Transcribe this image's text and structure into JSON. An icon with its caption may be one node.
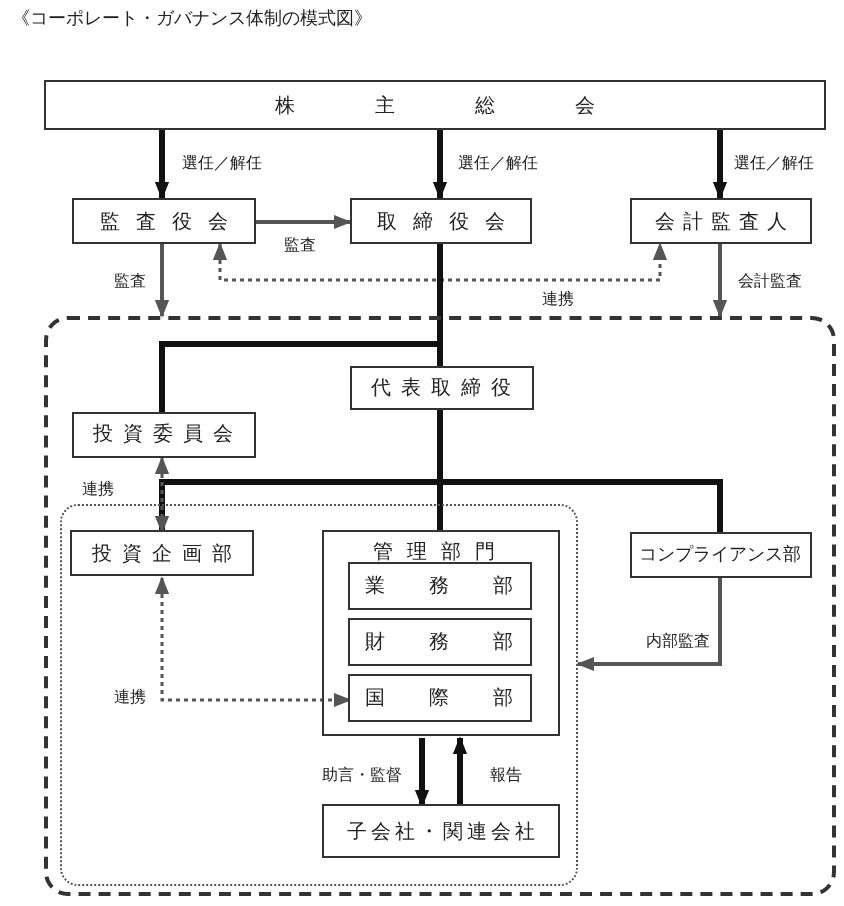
{
  "diagram": {
    "title": "《コーポレート・ガバナンス体制の模式図》",
    "nodes": [
      {
        "text": [
          "株主総会"
        ]
      },
      {
        "text": [
          "監査役会"
        ]
      },
      {
        "text": [
          "取締役会"
        ]
      },
      {
        "text": [
          "会計監査人"
        ]
      },
      {
        "text": [],
        "shape": "box"
      },
      {
        "text": [
          "代表取締役"
        ],
        "in": 4
      },
      {
        "text": [
          "投資委員会"
        ],
        "in": 4
      },
      {
        "text": [],
        "shape": "box",
        "in": 4
      },
      {
        "text": [
          "投資企画部"
        ],
        "in": 7
      },
      {
        "text": [
          "管理部門"
        ],
        "in": 7
      },
      {
        "text": [
          "業務部"
        ],
        "in": 9
      },
      {
        "text": [
          "財務部"
        ],
        "in": 9
      },
      {
        "text": [
          "国際部"
        ],
        "in": 9
      },
      {
        "text": [
          "コンプライアンス部"
        ],
        "in": 4
      },
      {
        "text": [
          "子会社・関連会社"
        ],
        "in": 7
      }
    ],
    "edges": [
      {
        "from": 0,
        "to": 1,
        "arrow": "to",
        "label": "選任／解任"
      },
      {
        "from": 0,
        "to": 2,
        "arrow": "to",
        "label": "選任／解任"
      },
      {
        "from": 0,
        "to": 3,
        "arrow": "to",
        "label": "選任／解任"
      },
      {
        "from": 1,
        "to": 2,
        "arrow": "to",
        "label": "監査",
        "color": "#555555"
      },
      {
        "from": 1,
        "to": 4,
        "arrow": "to",
        "label": "監査",
        "color": "#555555"
      },
      {
        "from": 3,
        "to": 4,
        "arrow": "to",
        "label": "会計監査",
        "color": "#555555"
      },
      {
        "from": 1,
        "to": 3,
        "arrow": "both",
        "label": "連携",
        "style": "dashed",
        "color": "#555555"
      },
      {
        "from": 2,
        "to": 5,
        "arrow": "none"
      },
      {
        "from": 2,
        "to": 6,
        "arrow": "none"
      },
      {
        "from": 5,
        "to": 8,
        "arrow": "none"
      },
      {
        "from": 5,
        "to": 9,
        "arrow": "none"
      },
      {
        "from": 5,
        "to": 13,
        "arrow": "none"
      },
      {
        "from": 6,
        "to": 8,
        "arrow": "both",
        "label": "連携",
        "style": "dashed",
        "color": "#555555"
      },
      {
        "from": 8,
        "to": 12,
        "arrow": "both",
        "label": "連携",
        "style": "dashed",
        "color": "#555555"
      },
      {
        "from": 13,
        "to": 7,
        "arrow": "to",
        "label": "内部監査",
        "color": "#555555"
      },
      {
        "from": 9,
        "to": 14,
        "arrow": "to",
        "label": "助言・監督"
      },
      {
        "from": 14,
        "to": 9,
        "arrow": "to",
        "label": "報告"
      }
    ]
  }
}
